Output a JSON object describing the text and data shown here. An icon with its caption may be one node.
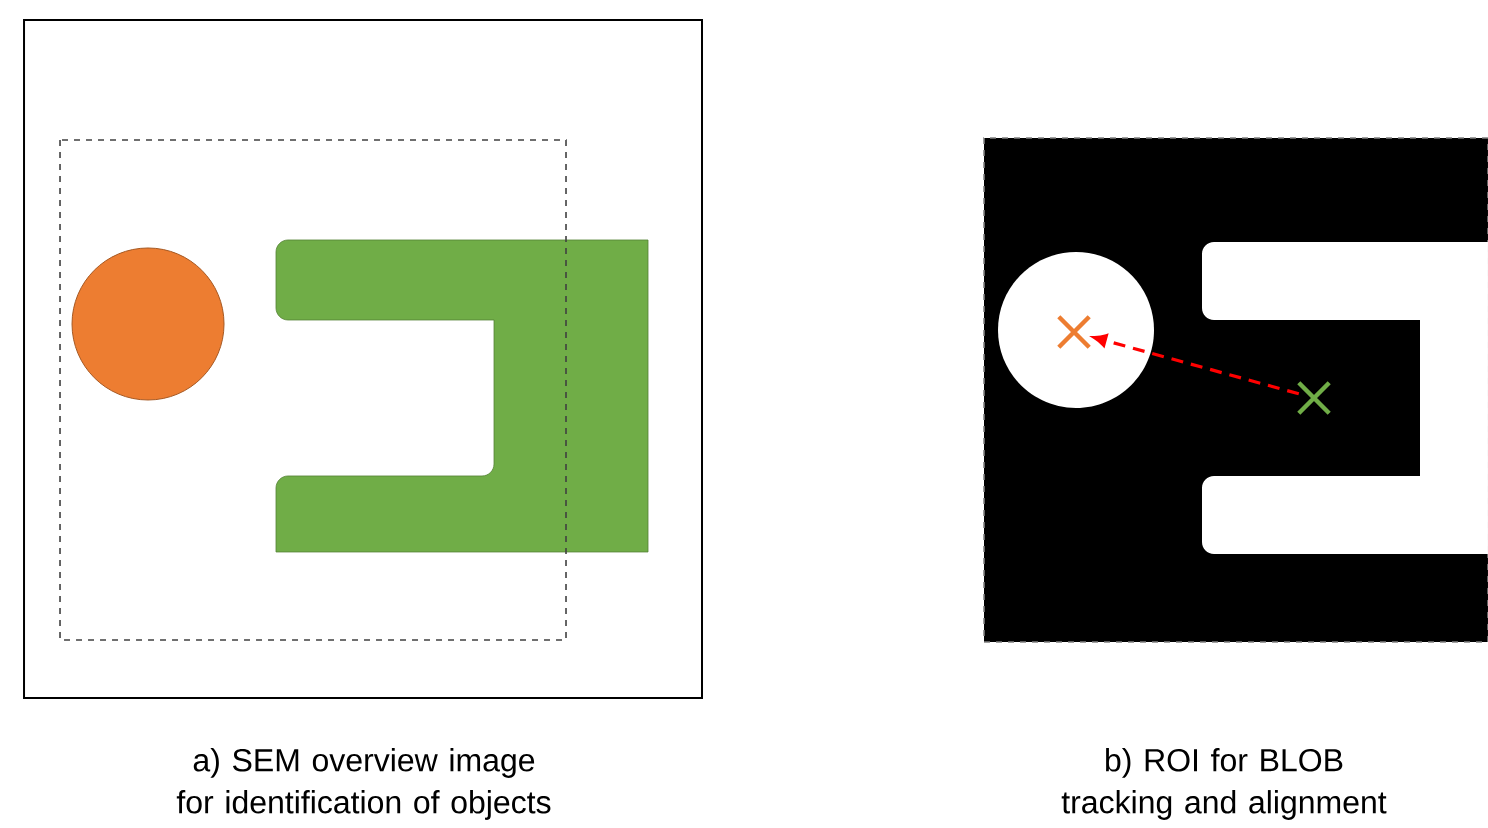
{
  "diagram": {
    "nodes": [
      {
        "text": [],
        "shape": "box",
        "beside": [
          "a) SEM overview image for identification of objects"
        ]
      },
      {
        "text": [],
        "shape": "box",
        "beside": [
          "b) ROI for BLOB tracking and alignment"
        ]
      },
      {
        "text": [],
        "shape": "cross",
        "in": 1
      },
      {
        "text": [],
        "shape": "cross",
        "in": 1
      }
    ],
    "edges": [
      {
        "from": 3,
        "to": 2,
        "arrow": "to",
        "style": "dashed",
        "color": "#ff0000"
      }
    ]
  }
}
